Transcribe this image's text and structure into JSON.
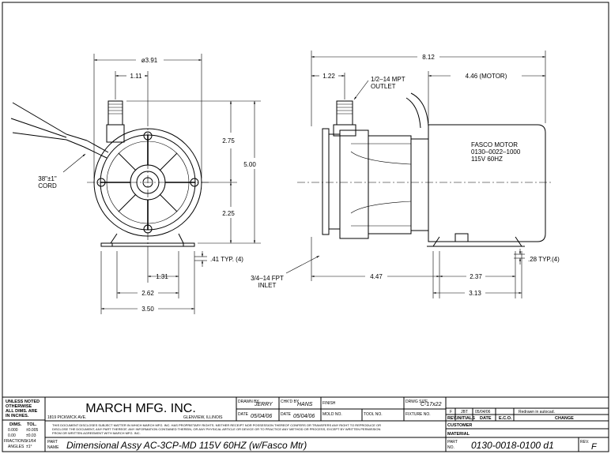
{
  "drawing": {
    "front_view": {
      "dim_overall_dia": "ø3.91",
      "dim_outlet_offset": "1.11",
      "dim_upper_height": "2.75",
      "dim_lower_height": "2.25",
      "dim_total_height": "5.00",
      "dim_foot_thickness": ".41  TYP. (4)",
      "dim_hole_offset": "1.31",
      "dim_hole_spacing": "2.62",
      "dim_base_width": "3.50",
      "cord_label_1": "38\"±1\"",
      "cord_label_2": "CORD"
    },
    "side_view": {
      "dim_overall_length": "8.12",
      "dim_outlet_offset": "1.22",
      "outlet_label_1": "1/2–14  MPT",
      "outlet_label_2": "OUTLET",
      "dim_motor_length": "4.46  (MOTOR)",
      "motor_label_1": "FASCO MOTOR",
      "motor_label_2": "0130–0022–1000",
      "motor_label_3": "115V  60HZ",
      "dim_foot_thickness": ".28  TYP.(4)",
      "inlet_label_1": "3/4–14  FPT",
      "inlet_label_2": "INLET",
      "dim_inlet_to_hole": "4.47",
      "dim_hole_spacing": "2.37",
      "dim_base_length": "3.13"
    }
  },
  "title_block": {
    "tolerances": {
      "line1": "UNLESS NOTED",
      "line2": "OTHERWISE",
      "line3": "ALL DIMS. ARE",
      "line4": "IN INCHES.",
      "col_dims": "DIMS.",
      "col_tol": "TOL.",
      "row1_dim": "0.000",
      "row1_tol": "±0.005",
      "row2_dim": "0.00",
      "row2_tol": "±0.03",
      "row3_dim": "FRACTIONS",
      "row3_tol": "±1/64",
      "row4_dim": "ANGLES",
      "row4_tol": "±1°"
    },
    "company": "MARCH MFG. INC.",
    "address": "1819 PICKWICK AVE.",
    "city": "GLENVIEW, ILLINOIS",
    "drawn_by_label": "DRAWN BY",
    "drawn_by": "JERRY",
    "chkd_by_label": "CHK'D BY",
    "chkd_by": "HANS",
    "finish_label": "FINISH",
    "dwg_size_label": "DRWG SIZE",
    "dwg_size": "C-17x22",
    "date_label": "DATE",
    "drawn_date": "05/04/06",
    "chkd_date": "05/04/06",
    "mold_no_label": "MOLD NO.",
    "tool_no_label": "TOOL NO.",
    "fixture_no_label": "FIXTURE NO.",
    "notice_1": "THIS DOCUMENT DISCLOSES SUBJECT MATTER IN WHICH MARCH MFG. INC. HAS PROPRIETARY RIGHTS. NEITHER RECEIPT NOR POSSESSION THEREOF CONFERS OR TRANSFERS ANY RIGHT TO REPRODUCE OR",
    "notice_2": "DISCLOSE THE DOCUMENT, ANY PART THEREOF, ANY INFORMATION CONTAINED THEREIN, OR ANY PHYSICAL ARTICLE OR DEVICE OR TO PRACTICE ANY METHOD OR PROCESS, EXCEPT BY WRITTEN PERMISSION",
    "notice_3": "FROM OR WRITTEN AGREEMENT WITH MARCH MFG. INC.",
    "part_name_label_1": "PART",
    "part_name_label_2": "NAME",
    "part_name": "Dimensional Assy AC-3CP-MD 115V 60HZ (w/Fasco Mtr)",
    "revision": {
      "rev": "F",
      "initials": "JBT",
      "date": "05/04/06",
      "change": "Redrawn in autocad.",
      "col_rev": "REV.",
      "col_initials": "INITIALS",
      "col_date": "DATE",
      "col_eco": "E.C.O.",
      "col_change": "CHANGE"
    },
    "customer_label": "CUSTOMER",
    "material_label": "MATERIAL",
    "part_no_label_1": "PART",
    "part_no_label_2": "NO.",
    "part_no": "0130-0018-0100 d1",
    "rev_no_label": "REV.",
    "rev_no": "F"
  }
}
